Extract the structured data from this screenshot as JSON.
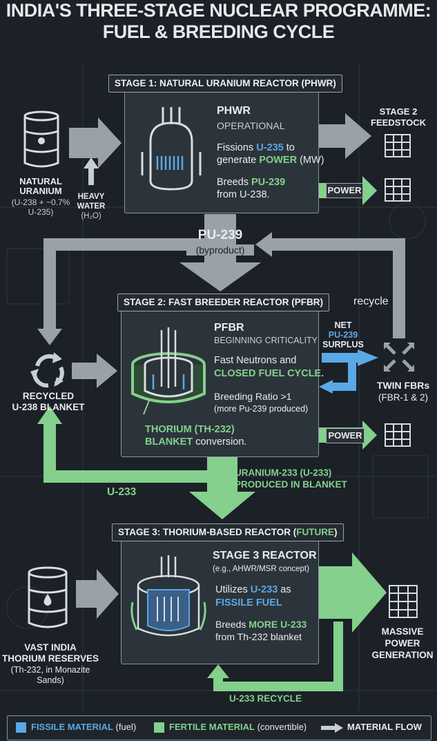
{
  "title": {
    "line1": "INDIA'S THREE-STAGE NUCLEAR PROGRAMME:",
    "line2": "FUEL & BREEDING CYCLE"
  },
  "colors": {
    "background": "#1b2127",
    "fissile": "#5ba8e6",
    "fertile": "#84d08c",
    "flow_arrow": "#9aa1a7"
  },
  "stage1": {
    "heading": "STAGE 1: NATURAL URANIUM REACTOR (PHWR)",
    "reactor_name": "PHWR",
    "status": "OPERATIONAL",
    "line1a": "Fissions ",
    "line1b": "U-235",
    "line1c": " to",
    "line2a": "generate ",
    "line2b": "POWER",
    "line2c": " (MW)",
    "line3a": "Breeds ",
    "line3b": "PU-239",
    "line4": "from U-238.",
    "input_label": [
      "NATURAL",
      "URANIUM",
      "(U-238 + ~0.7%",
      "U-235)"
    ],
    "water_label": [
      "HEAVY",
      "WATER",
      "(H₂O)"
    ],
    "feedstock_label": [
      "STAGE 2",
      "FEEDSTOCK"
    ],
    "power_label": "POWER",
    "icon": "reactor-icon"
  },
  "pu_flow": {
    "label": "PU-239",
    "sub": "(byproduct)"
  },
  "recycle_label": "recycle",
  "stage2": {
    "heading": "STAGE 2: FAST BREEDER REACTOR (PFBR)",
    "reactor_name": "PFBR",
    "status": "BEGINNING CRITICALITY",
    "line1": "Fast Neutrons and",
    "line2": "CLOSED FUEL CYCLE.",
    "line3": "Breeding Ratio >1",
    "line4": "(more Pu-239 produced)",
    "thorium1a": "THORIUM (TH-232)",
    "thorium2a": "BLANKET",
    "thorium2b": " conversion.",
    "net_label": [
      "NET",
      "PU-239",
      "SURPLUS"
    ],
    "twin_label": [
      "TWIN FBRs",
      "(FBR-1 & 2)"
    ],
    "recycled_label": [
      "RECYCLED",
      "U-238 BLANKET"
    ],
    "power_label": "POWER",
    "u233_side": "U-233",
    "u233_prod": [
      "URANIUM-233 (U-233)",
      "PRODUCED IN BLANKET"
    ]
  },
  "stage3": {
    "heading_a": "STAGE 3: THORIUM-BASED REACTOR (",
    "heading_b": "FUTURE",
    "heading_c": ")",
    "reactor_name": "STAGE 3 REACTOR",
    "concept": "(e.g., AHWR/MSR concept)",
    "line1a": "Utilizes ",
    "line1b": "U-233",
    "line1c": " as",
    "line2": "FISSILE FUEL",
    "line3a": "Breeds ",
    "line3b": "MORE U-233",
    "line4": "from Th-232 blanket",
    "reserves_label": [
      "VAST INDIA",
      "THORIUM RESERVES",
      "(Th-232, in Monazite",
      "Sands)"
    ],
    "massive_label": [
      "MASSIVE",
      "POWER",
      "GENERATION"
    ],
    "recycle_label": "U-233 RECYCLE"
  },
  "legend": {
    "fissile_a": "FISSILE MATERIAL",
    "fissile_b": " (fuel)",
    "fertile_a": "FERTILE MATERIAL",
    "fertile_b": " (convertible)",
    "flow": "MATERIAL FLOW"
  }
}
